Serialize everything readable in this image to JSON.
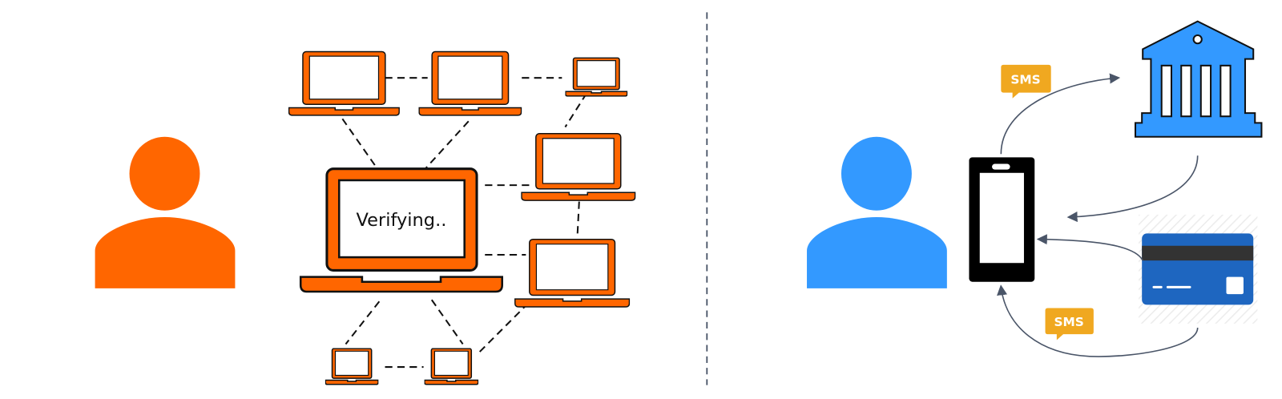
{
  "left_panel": {
    "central_laptop_text": "Verifying..",
    "accent_color": "#ff6600"
  },
  "right_panel": {
    "sms_badge_top": "SMS",
    "sms_badge_bottom": "SMS",
    "person_color": "#3399ff",
    "bank_color": "#3399ff",
    "card_color": "#1e66c0",
    "sms_color": "#f0a820",
    "arrow_color": "#4a5568"
  }
}
